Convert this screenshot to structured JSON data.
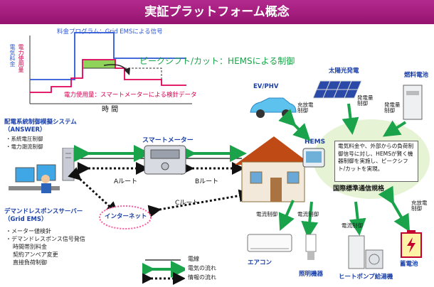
{
  "title": "実証プラットフォーム概念",
  "graph": {
    "legend_price": "料金プログラム：Grid EMSによる信号",
    "legend_usage": "電力使用量：スマートメーターによる検針データ",
    "y_label_price": "電気料金",
    "y_label_usage": "電力使用量",
    "x_label": "時 間",
    "peak_label": "ピークシフト/カット：HEMSによる制御"
  },
  "answer": {
    "title": "配電系統制御模擬システム",
    "subtitle": "（ANSWER）",
    "items": [
      "・系統電圧制御",
      "・電力潮流制御"
    ]
  },
  "grid_ems": {
    "title": "デマンドレスポンスサーバー",
    "subtitle": "（Grid EMS）",
    "items": [
      "・メーター値検針",
      "・デマンドレスポンス信号発信"
    ],
    "subitems": [
      "時間帯別料金",
      "契約アンペア変更",
      "直接負荷制御"
    ]
  },
  "smart_meter": "スマートメーター",
  "routes": {
    "a": "Aルート",
    "b": "Bルート",
    "c": "Cルート"
  },
  "internet": "インターネット",
  "hems": {
    "label": "HEMS",
    "description": "電気料金や、外部からの負荷制御信号に対し、HEMSが賢く機器制御を実施し、ピークシフト/カットを実現。",
    "standard": "国際標準通信規格"
  },
  "devices": {
    "ev": "EV/PHV",
    "solar": "太陽光発電",
    "fuel_cell": "燃料電池",
    "aircon": "エアコン",
    "lighting": "照明機器",
    "heatpump": "ヒートポンプ給湯機",
    "battery": "蓄電池"
  },
  "controls": {
    "charge_discharge": "充放電制御",
    "generation": "発電量制御",
    "current": "電流制御"
  },
  "legend": {
    "wire": "電線",
    "electricity": "電気の流れ",
    "information": "情報の流れ"
  },
  "colors": {
    "title_bar": "#a51e7e",
    "flow_green": "#1aa34a",
    "highlight": "#8fd35a",
    "text_blue": "#1a3fa8",
    "text_red": "#d4004c"
  }
}
